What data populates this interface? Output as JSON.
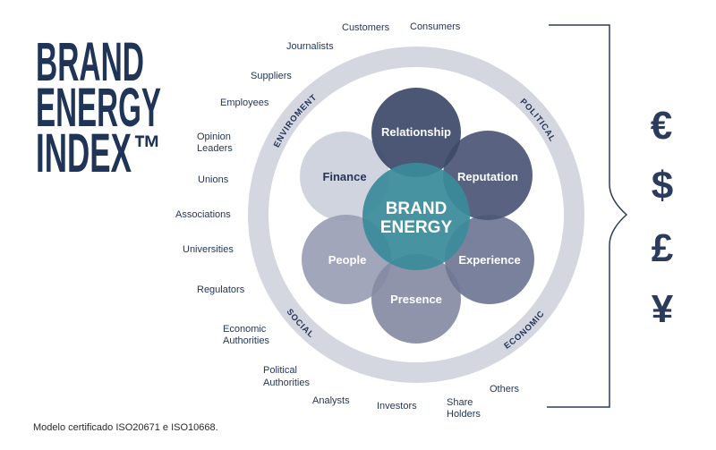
{
  "title": {
    "line1": "BRAND",
    "line2": "ENERGY",
    "line3": "INDEX",
    "trademark": "™"
  },
  "center": {
    "line1": "BRAND",
    "line2": "ENERGY",
    "color": "#3a8b9b"
  },
  "petals": [
    {
      "label": "Relationship",
      "color": "#3c4969"
    },
    {
      "label": "Reputation",
      "color": "#4b5676"
    },
    {
      "label": "Experience",
      "color": "#6f7695"
    },
    {
      "label": "Presence",
      "color": "#868ba4"
    },
    {
      "label": "People",
      "color": "#999eb5"
    },
    {
      "label": "Finance",
      "color": "#ccd0db"
    }
  ],
  "ring": {
    "color": "#d4d7df",
    "labels": {
      "environment": "ENVIROMENT",
      "political": "POLITICAL",
      "social": "SOCIAL",
      "economic": "ECONOMIC"
    }
  },
  "stakeholders": [
    {
      "lines": [
        "Customers"
      ]
    },
    {
      "lines": [
        "Consumers"
      ]
    },
    {
      "lines": [
        "Journalists"
      ]
    },
    {
      "lines": [
        "Suppliers"
      ]
    },
    {
      "lines": [
        "Employees"
      ]
    },
    {
      "lines": [
        "Opinion",
        "Leaders"
      ]
    },
    {
      "lines": [
        "Unions"
      ]
    },
    {
      "lines": [
        "Associations"
      ]
    },
    {
      "lines": [
        "Universities"
      ]
    },
    {
      "lines": [
        "Regulators"
      ]
    },
    {
      "lines": [
        "Economic",
        "Authorities"
      ]
    },
    {
      "lines": [
        "Political",
        "Authorities"
      ]
    },
    {
      "lines": [
        "Analysts"
      ]
    },
    {
      "lines": [
        "Investors"
      ]
    },
    {
      "lines": [
        "Share",
        "Holders"
      ]
    },
    {
      "lines": [
        "Others"
      ]
    }
  ],
  "currencies": [
    "€",
    "$",
    "£",
    "¥"
  ],
  "footer": "Modelo certificado ISO20671 e ISO10668.",
  "colors": {
    "navy": "#1f3456",
    "bracket": "#2b3b5c"
  }
}
